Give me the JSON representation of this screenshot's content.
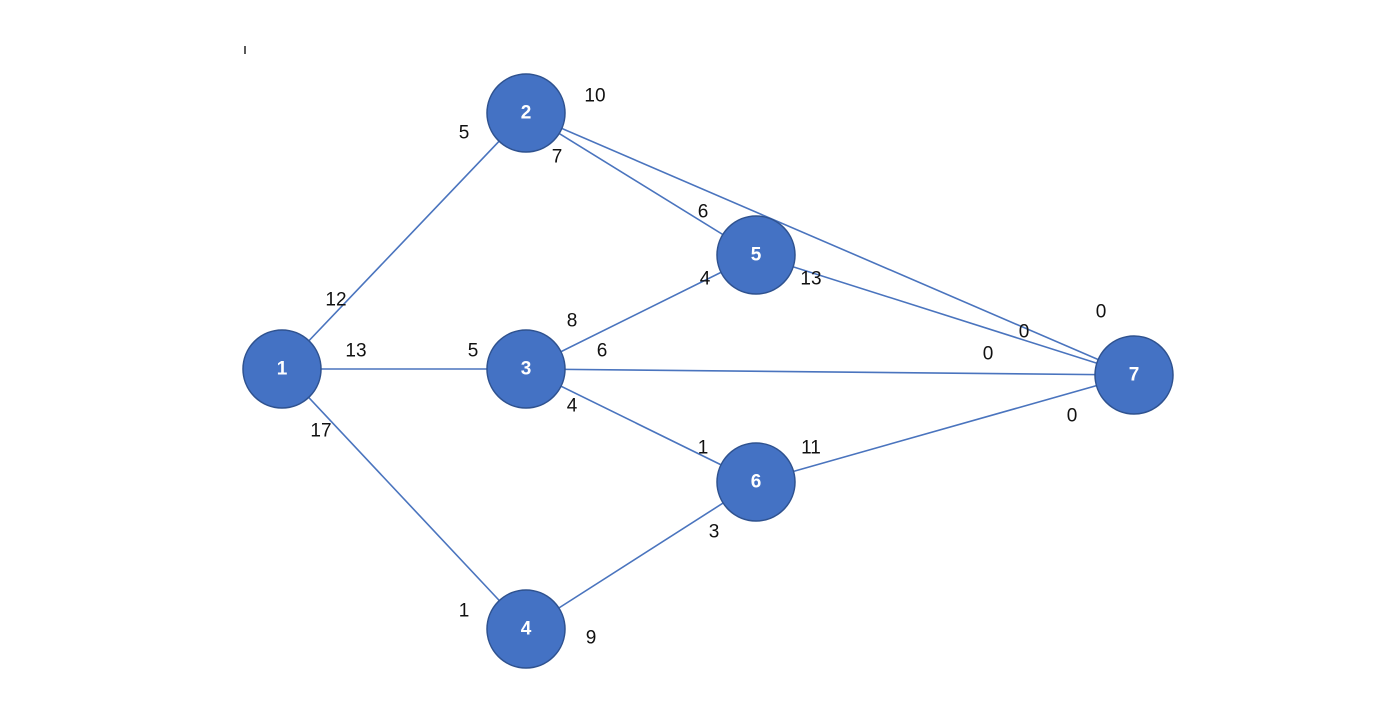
{
  "colors": {
    "node_fill": "#4472C4",
    "node_stroke": "#2F528F",
    "edge": "#4A74BE",
    "node_text": "#ffffff",
    "weight_text": "#111111"
  },
  "nodes": [
    {
      "id": "1",
      "label": "1"
    },
    {
      "id": "2",
      "label": "2"
    },
    {
      "id": "3",
      "label": "3"
    },
    {
      "id": "4",
      "label": "4"
    },
    {
      "id": "5",
      "label": "5"
    },
    {
      "id": "6",
      "label": "6"
    },
    {
      "id": "7",
      "label": "7"
    }
  ],
  "edges": [
    {
      "from": "1",
      "to": "2",
      "from_label": "12",
      "to_label": "5"
    },
    {
      "from": "1",
      "to": "3",
      "from_label": "13",
      "to_label": "5"
    },
    {
      "from": "1",
      "to": "4",
      "from_label": "17",
      "to_label": "1"
    },
    {
      "from": "2",
      "to": "5",
      "from_label": "7",
      "to_label": "6"
    },
    {
      "from": "2",
      "to": "7",
      "from_label": "10",
      "to_label": "0"
    },
    {
      "from": "3",
      "to": "5",
      "from_label": "8",
      "to_label": "4"
    },
    {
      "from": "3",
      "to": "7",
      "from_label": "6",
      "to_label": "0"
    },
    {
      "from": "3",
      "to": "6",
      "from_label": "4",
      "to_label": "1"
    },
    {
      "from": "4",
      "to": "6",
      "from_label": "9",
      "to_label": "3"
    },
    {
      "from": "5",
      "to": "7",
      "from_label": "13",
      "to_label": "0"
    },
    {
      "from": "6",
      "to": "7",
      "from_label": "11",
      "to_label": "0"
    }
  ]
}
